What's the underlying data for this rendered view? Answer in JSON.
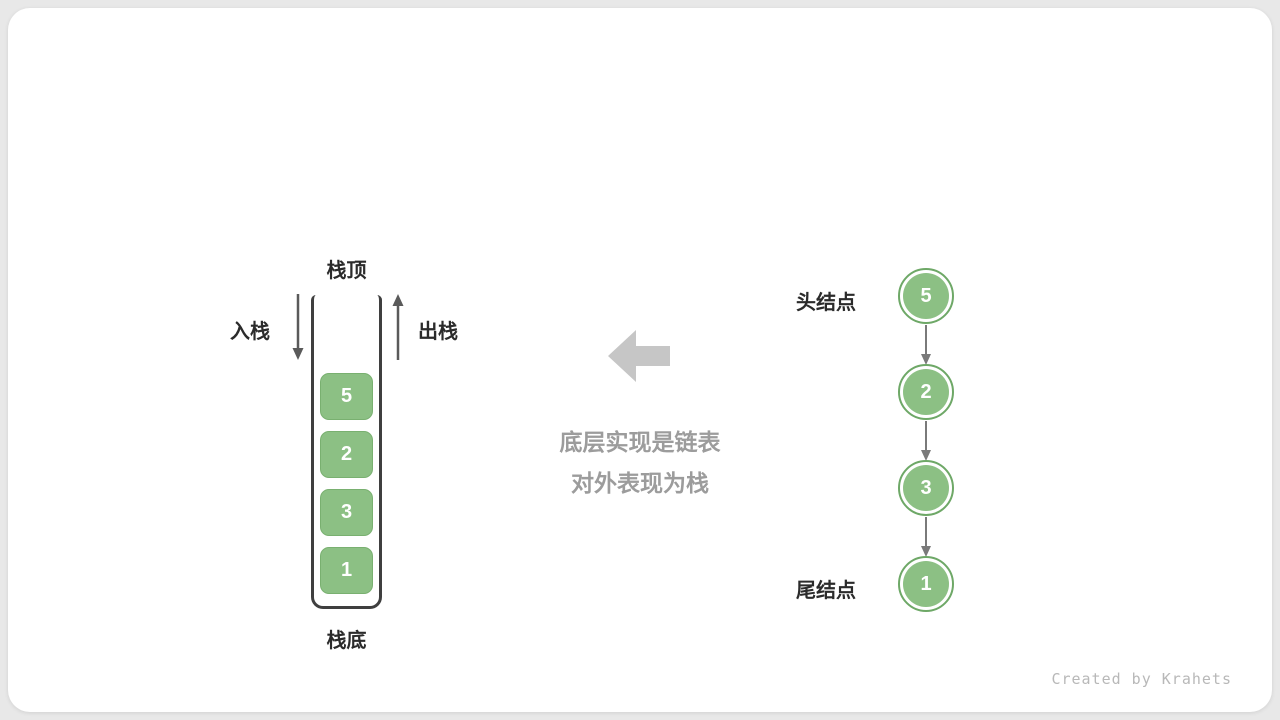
{
  "stack": {
    "top_label": "栈顶",
    "bottom_label": "栈底",
    "push_label": "入栈",
    "pop_label": "出栈",
    "items": [
      "5",
      "2",
      "3",
      "1"
    ]
  },
  "center_note": {
    "line1": "底层实现是链表",
    "line2": "对外表现为栈"
  },
  "linked_list": {
    "head_label": "头结点",
    "tail_label": "尾结点",
    "nodes": [
      "5",
      "2",
      "3",
      "1"
    ]
  },
  "footer": {
    "credit": "Created by Krahets"
  },
  "colors": {
    "node_green": "#8cc084",
    "node_border_green": "#6ea867",
    "outline_dark": "#3f3f3f",
    "block_arrow_gray": "#c6c6c6",
    "note_text_gray": "#9c9c9c",
    "connector_gray": "#7a7a7a"
  }
}
